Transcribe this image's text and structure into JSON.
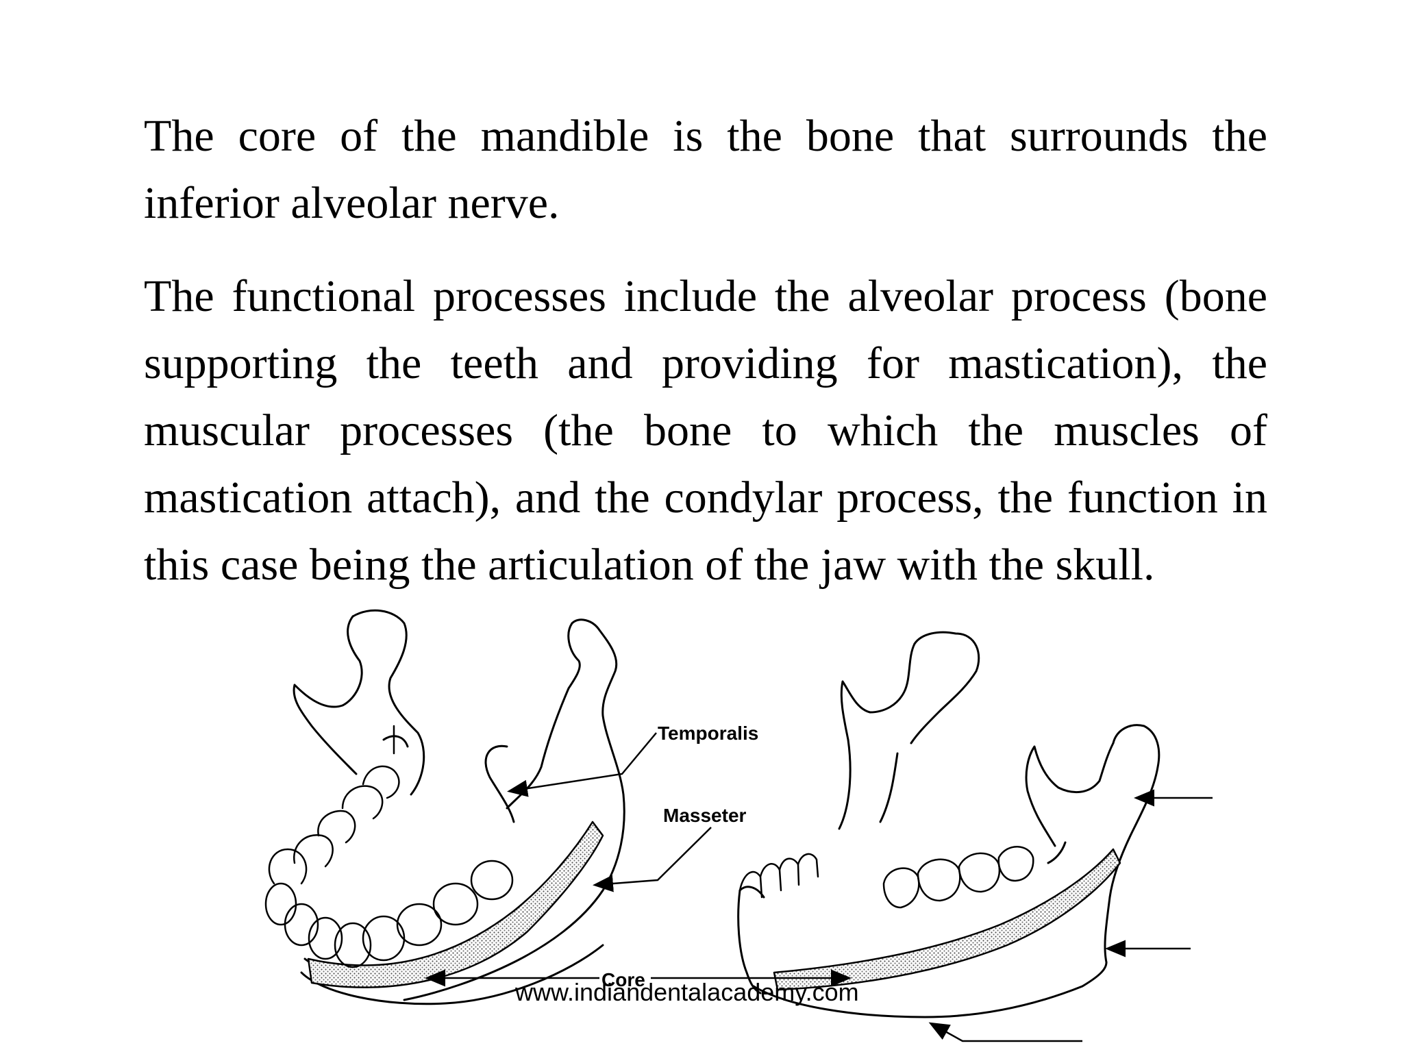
{
  "paragraphs": [
    "The core of the mandible is the bone that surrounds the inferior alveolar nerve.",
    "The functional processes include the alveolar process (bone supporting the teeth and providing for mastication), the muscular processes (the bone to which the muscles of mastication attach), and the condylar process, the function in this case being the articulation of the jaw with the skull."
  ],
  "figure": {
    "labels": {
      "temporalis": "Temporalis",
      "masseter": "Masseter",
      "core": "Core"
    }
  },
  "watermark": "www.indiandentalacademy.com"
}
